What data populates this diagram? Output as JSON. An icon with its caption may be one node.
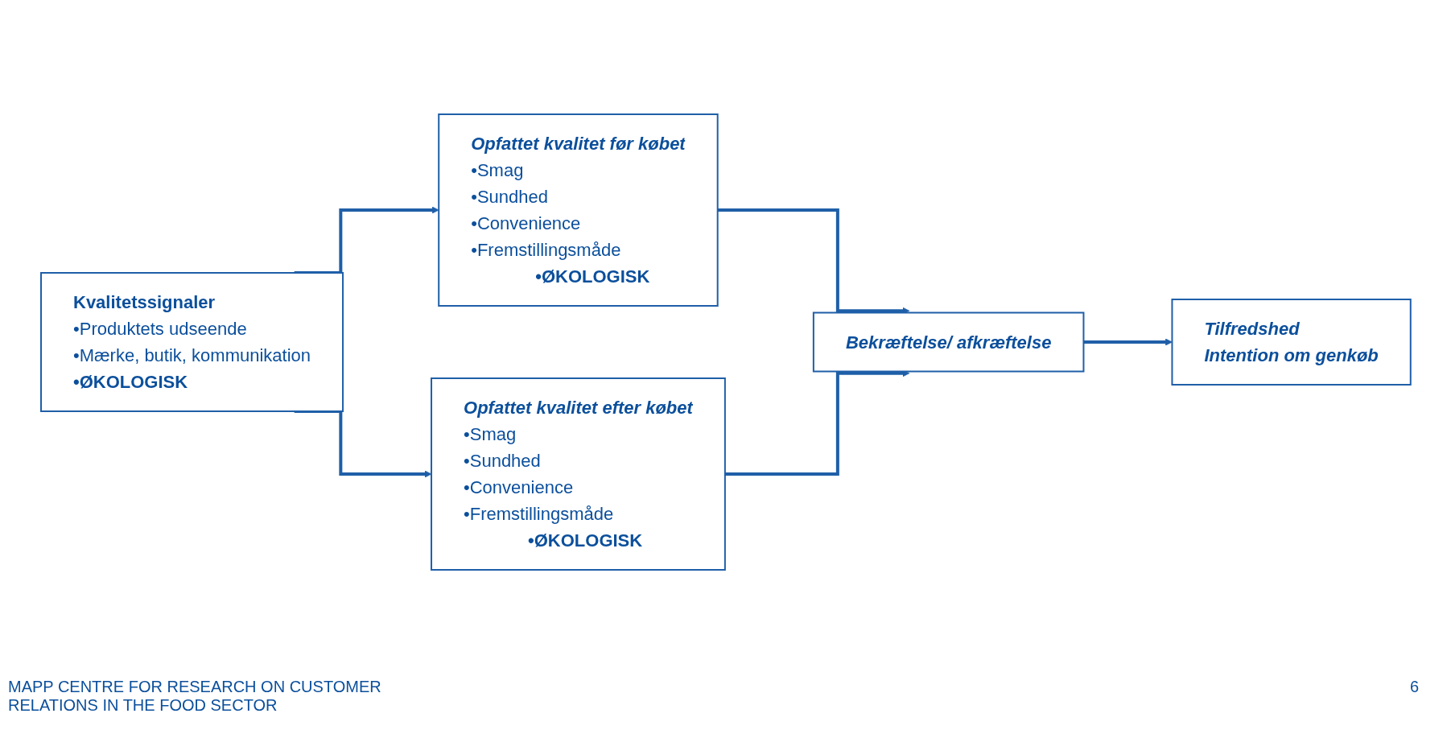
{
  "diagram": {
    "nodes": [
      {
        "text": [
          "Kvalitetssignaler",
          "•Produktets udseende",
          "•Mærke, butik, kommunikation",
          "•ØKOLOGISK"
        ]
      },
      {
        "text": [
          "Opfattet kvalitet før købet",
          "•Smag",
          "•Sundhed",
          "•Convenience",
          "•Fremstillingsmåde",
          "•ØKOLOGISK"
        ]
      },
      {
        "text": [
          "Opfattet kvalitet efter købet",
          "•Smag",
          "•Sundhed",
          "•Convenience",
          "•Fremstillingsmåde",
          "•ØKOLOGISK"
        ]
      },
      {
        "text": [
          "Bekræftelse/ afkræftelse"
        ]
      },
      {
        "text": [
          "Tilfredshed",
          "Intention om genkøb"
        ]
      }
    ],
    "edges": [
      {
        "from": 0,
        "to": 1,
        "arrow": "to"
      },
      {
        "from": 0,
        "to": 2,
        "arrow": "to"
      },
      {
        "from": 1,
        "to": 3,
        "arrow": "to"
      },
      {
        "from": 2,
        "to": 3,
        "arrow": "to"
      },
      {
        "from": 3,
        "to": 4,
        "arrow": "to"
      }
    ],
    "labels": [
      "MAPP CENTRE FOR RESEARCH ON CUSTOMER RELATIONS IN THE FOOD SECTOR",
      "6"
    ]
  }
}
